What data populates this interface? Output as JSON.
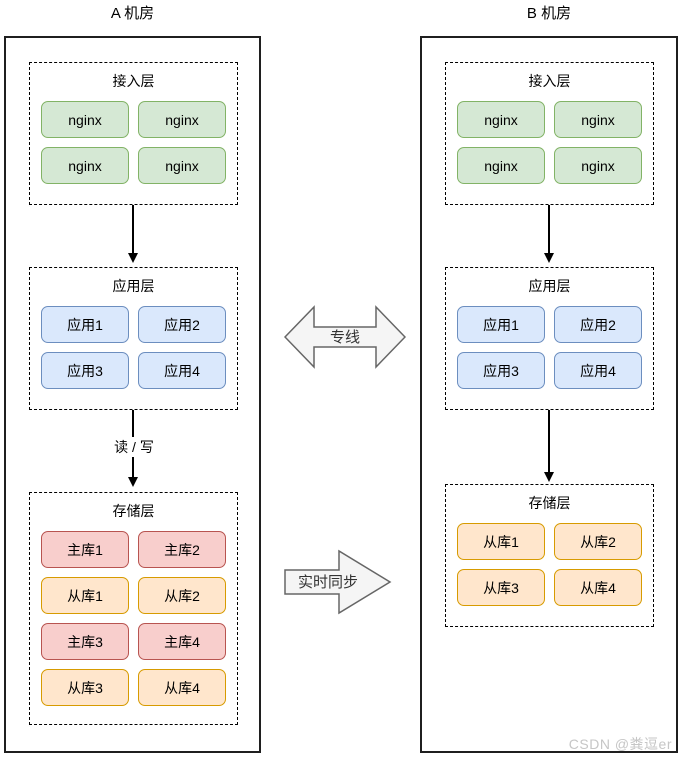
{
  "watermark": "CSDN @粪逗er",
  "palette": {
    "green_fill": "#d5e8d4",
    "green_border": "#82b366",
    "blue_fill": "#dae8fc",
    "blue_border": "#6c8ebf",
    "red_fill": "#f8cecc",
    "red_border": "#b85450",
    "orange_fill": "#ffe6cc",
    "orange_border": "#d79b00",
    "connector_fill": "#f5f5f5",
    "connector_border": "#666666"
  },
  "connectors": {
    "dedicated_line_label": "专线",
    "realtime_sync_label": "实时同步"
  },
  "datacenters": [
    {
      "title": "A 机房",
      "read_write_label": "读 / 写",
      "layers": [
        {
          "title": "接入层",
          "nodes": [
            {
              "label": "nginx",
              "type": "green"
            },
            {
              "label": "nginx",
              "type": "green"
            },
            {
              "label": "nginx",
              "type": "green"
            },
            {
              "label": "nginx",
              "type": "green"
            }
          ]
        },
        {
          "title": "应用层",
          "nodes": [
            {
              "label": "应用1",
              "type": "blue"
            },
            {
              "label": "应用2",
              "type": "blue"
            },
            {
              "label": "应用3",
              "type": "blue"
            },
            {
              "label": "应用4",
              "type": "blue"
            }
          ]
        },
        {
          "title": "存储层",
          "nodes": [
            {
              "label": "主库1",
              "type": "red"
            },
            {
              "label": "主库2",
              "type": "red"
            },
            {
              "label": "从库1",
              "type": "orange"
            },
            {
              "label": "从库2",
              "type": "orange"
            },
            {
              "label": "主库3",
              "type": "red"
            },
            {
              "label": "主库4",
              "type": "red"
            },
            {
              "label": "从库3",
              "type": "orange"
            },
            {
              "label": "从库4",
              "type": "orange"
            }
          ]
        }
      ]
    },
    {
      "title": "B 机房",
      "layers": [
        {
          "title": "接入层",
          "nodes": [
            {
              "label": "nginx",
              "type": "green"
            },
            {
              "label": "nginx",
              "type": "green"
            },
            {
              "label": "nginx",
              "type": "green"
            },
            {
              "label": "nginx",
              "type": "green"
            }
          ]
        },
        {
          "title": "应用层",
          "nodes": [
            {
              "label": "应用1",
              "type": "blue"
            },
            {
              "label": "应用2",
              "type": "blue"
            },
            {
              "label": "应用3",
              "type": "blue"
            },
            {
              "label": "应用4",
              "type": "blue"
            }
          ]
        },
        {
          "title": "存储层",
          "nodes": [
            {
              "label": "从库1",
              "type": "orange"
            },
            {
              "label": "从库2",
              "type": "orange"
            },
            {
              "label": "从库3",
              "type": "orange"
            },
            {
              "label": "从库4",
              "type": "orange"
            }
          ]
        }
      ]
    }
  ]
}
